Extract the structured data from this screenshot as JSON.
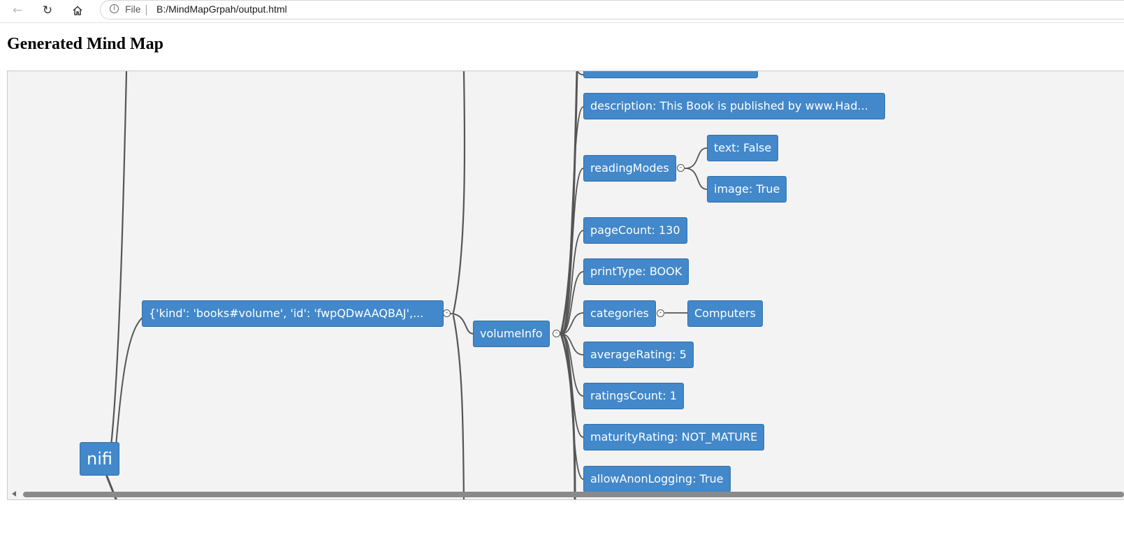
{
  "browser": {
    "file_label": "File",
    "url": "B:/MindMapGrpah/output.html",
    "icons": [
      "back-arrow-icon",
      "reload-icon",
      "home-icon",
      "info-icon"
    ]
  },
  "page": {
    "title": "Generated Mind Map"
  },
  "mindmap": {
    "colors": {
      "node_fill": "#4288ca",
      "node_border": "#336fa6",
      "node_text": "#ffffff",
      "edge": "#555555",
      "canvas": "#f3f3f3"
    },
    "root": "nifi",
    "item": "{'kind': 'books#volume', 'id': 'fwpQDwAAQBAJ',...",
    "volume_info": "volumeInfo",
    "fields": {
      "description": "description: This Book is published by www.Had...",
      "reading_modes": "readingModes",
      "reading_modes_text": "text: False",
      "reading_modes_image": "image: True",
      "page_count": "pageCount: 130",
      "print_type": "printType: BOOK",
      "categories": "categories",
      "category_0": "Computers",
      "average_rating": "averageRating: 5",
      "ratings_count": "ratingsCount: 1",
      "maturity_rating": "maturityRating: NOT_MATURE",
      "allow_anon_logging": "allowAnonLogging: True"
    },
    "toggle_symbol": "-"
  }
}
